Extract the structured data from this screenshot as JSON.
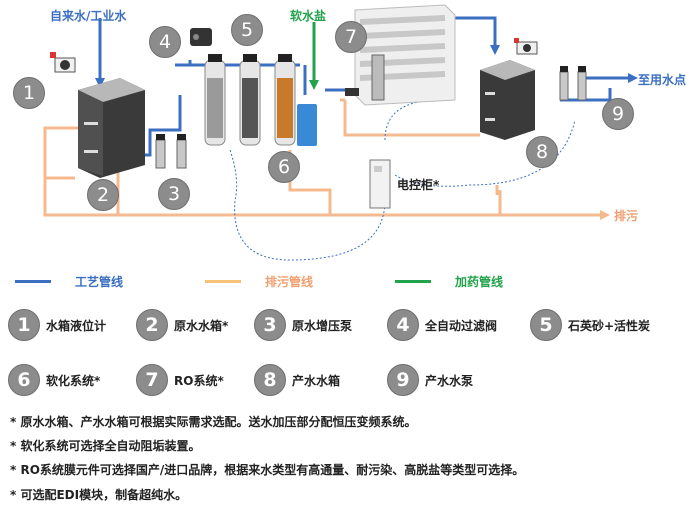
{
  "diagram_labels": {
    "tap_water": "自来水/工业水",
    "soft_salt": "软水盐",
    "to_use_point": "至用水点",
    "control_cabinet": "电控柜*",
    "drain": "排污"
  },
  "diagram_numbers": [
    "1",
    "2",
    "3",
    "4",
    "5",
    "6",
    "7",
    "8",
    "9"
  ],
  "legend": [
    {
      "label": "工艺管线",
      "color": "#3b6fc2"
    },
    {
      "label": "排污管线",
      "color": "#f5b98f"
    },
    {
      "label": "加药管线",
      "color": "#22a24a"
    }
  ],
  "keys": [
    {
      "num": "1",
      "label": "水箱液位计"
    },
    {
      "num": "2",
      "label": "原水水箱*"
    },
    {
      "num": "3",
      "label": "原水增压泵"
    },
    {
      "num": "4",
      "label": "全自动过滤阀"
    },
    {
      "num": "5",
      "label": "石英砂+活性炭"
    },
    {
      "num": "6",
      "label": "软化系统*"
    },
    {
      "num": "7",
      "label": "RO系统*"
    },
    {
      "num": "8",
      "label": "产水水箱"
    },
    {
      "num": "9",
      "label": "产水水泵"
    }
  ],
  "notes": [
    "* 原水水箱、产水水箱可根据实际需求选配。送水加压部分配恒压变频系统。",
    "* 软化系统可选择全自动阻垢装置。",
    "* RO系统膜元件可选择国产/进口品牌，根据来水类型有高通量、耐污染、高脱盐等类型可选择。",
    "* 可选配EDI模块，制备超纯水。"
  ]
}
